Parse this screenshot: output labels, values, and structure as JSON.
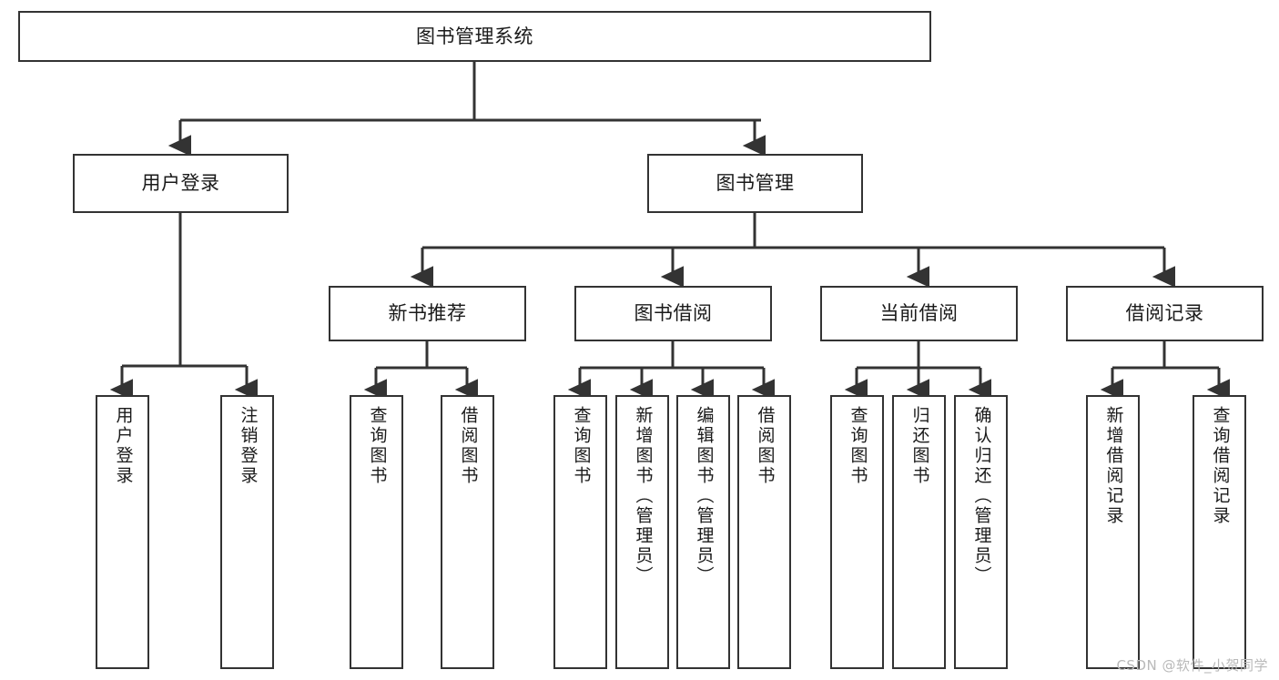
{
  "diagram": {
    "title_node": {
      "label": "图书管理系统"
    },
    "level2": [
      {
        "label": "用户登录"
      },
      {
        "label": "图书管理"
      }
    ],
    "level3": [
      {
        "label": "新书推荐"
      },
      {
        "label": "图书借阅"
      },
      {
        "label": "当前借阅"
      },
      {
        "label": "借阅记录"
      }
    ],
    "leaves": {
      "user_login": [
        {
          "label": "用户登录"
        },
        {
          "label": "注销登录"
        }
      ],
      "new_book_recommend": [
        {
          "label": "查询图书"
        },
        {
          "label": "借阅图书"
        }
      ],
      "book_borrow": [
        {
          "label": "查询图书"
        },
        {
          "label": "新增图书（管理员）"
        },
        {
          "label": "编辑图书（管理员）"
        },
        {
          "label": "借阅图书"
        }
      ],
      "current_borrow": [
        {
          "label": "查询图书"
        },
        {
          "label": "归还图书"
        },
        {
          "label": "确认归还（管理员）"
        }
      ],
      "borrow_record": [
        {
          "label": "新增借阅记录"
        },
        {
          "label": "查询借阅记录"
        }
      ]
    }
  },
  "watermark": {
    "text": "CSDN @软件_小贺同学"
  },
  "colors": {
    "stroke": "#333333",
    "background": "#ffffff",
    "text": "#1a1a1a",
    "watermark": "#b9b9b9"
  }
}
